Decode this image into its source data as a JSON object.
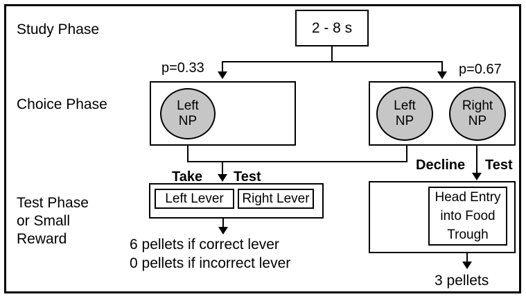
{
  "left_labels": {
    "study": "Study Phase",
    "choice": "Choice Phase",
    "test": "Test Phase\nor Small\nReward"
  },
  "study_box": {
    "duration": "2 - 8 s"
  },
  "probabilities": {
    "left": "p=0.33",
    "right": "p=0.67"
  },
  "forced_choice": {
    "left_np": "Left\nNP"
  },
  "free_choice": {
    "left_np": "Left\nNP",
    "right_np": "Right\nNP"
  },
  "actions": {
    "take": "Take",
    "test_left": "Test",
    "decline": "Decline",
    "test_right": "Test"
  },
  "lever_box": {
    "left": "Left Lever",
    "right": "Right Lever"
  },
  "head_entry_box": {
    "text": "Head Entry\ninto Food\nTrough"
  },
  "outcomes": {
    "levers": "6 pellets if correct lever\n0 pellets if incorrect lever",
    "decline": "3 pellets"
  },
  "colors": {
    "np_fill": "#c6c6c6",
    "line": "#000000",
    "bg": "#ffffff"
  }
}
